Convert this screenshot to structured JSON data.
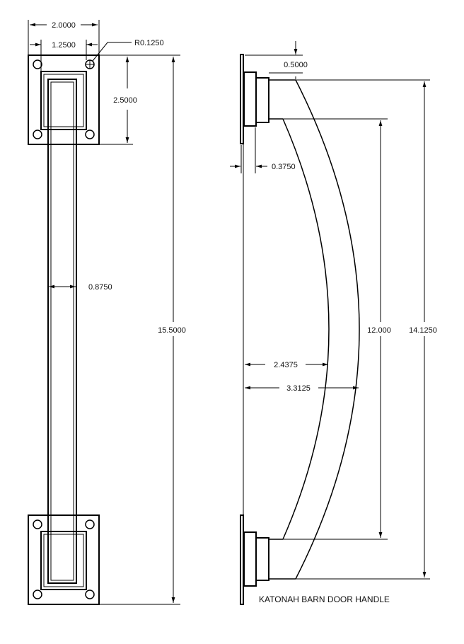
{
  "title": "KATONAH BARN DOOR HANDLE",
  "front_view": {
    "plate_width": "2.0000",
    "hole_spacing": "1.2500",
    "hole_radius": "R0.1250",
    "plate_height": "2.5000",
    "overall_length": "15.5000",
    "bar_width": "0.8750"
  },
  "side_view": {
    "stub_offset": "0.5000",
    "flange_thickness": "0.3750",
    "inner_span": "12.000",
    "outer_span": "14.1250",
    "inner_depth": "2.4375",
    "outer_depth": "3.3125"
  }
}
